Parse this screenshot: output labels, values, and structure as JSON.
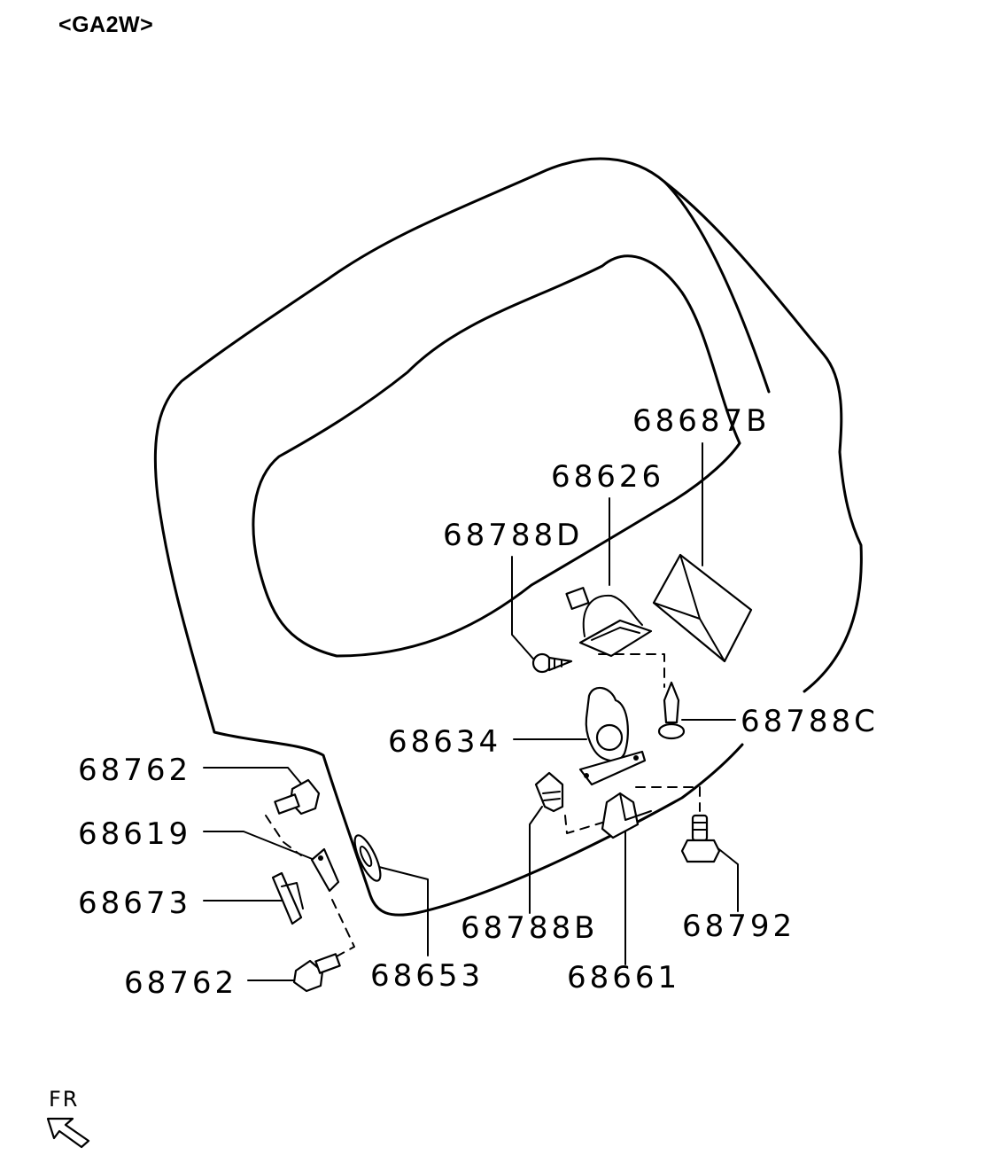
{
  "header": {
    "model_code": "<GA2W>"
  },
  "direction_indicator": {
    "label": "FR"
  },
  "callouts": {
    "p68687B": "68687B",
    "p68626": "68626",
    "p68788D": "68788D",
    "p68788C": "68788C",
    "p68634": "68634",
    "p68762_top": "68762",
    "p68619": "68619",
    "p68673": "68673",
    "p68762_bottom": "68762",
    "p68653": "68653",
    "p68788B": "68788B",
    "p68661": "68661",
    "p68792": "68792"
  }
}
